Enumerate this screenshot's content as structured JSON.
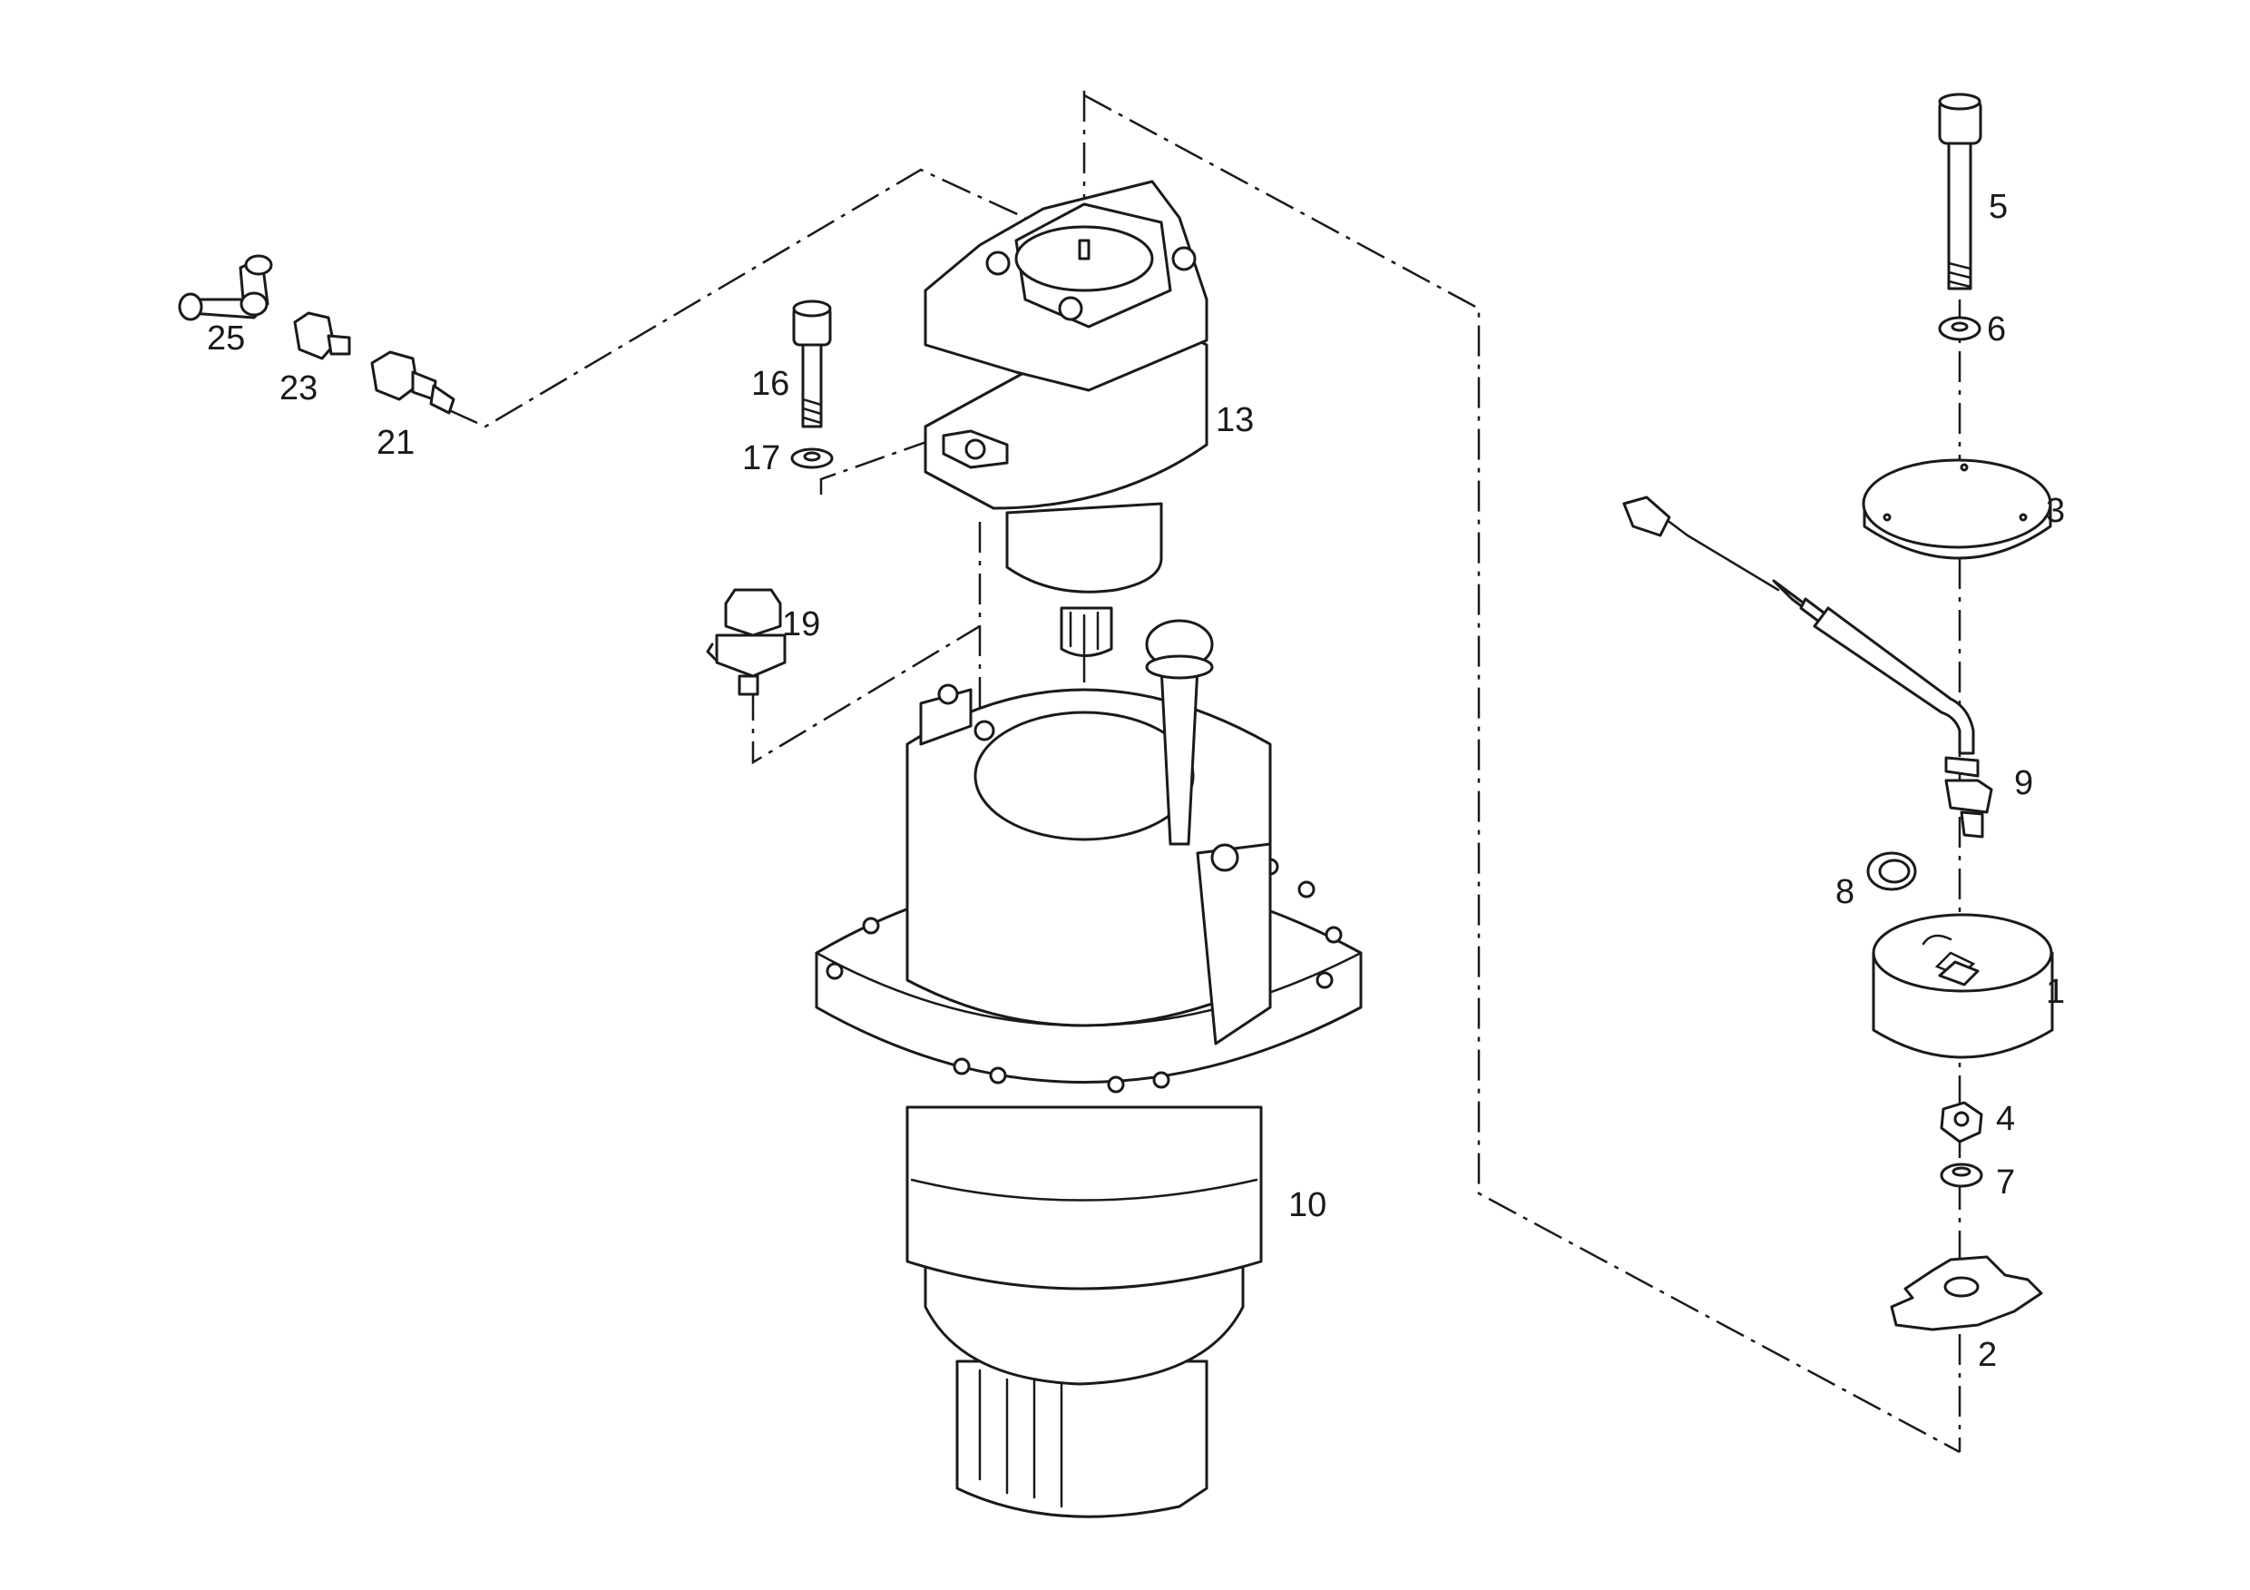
{
  "callouts": {
    "c1": "1",
    "c2": "2",
    "c3": "3",
    "c4": "4",
    "c5": "5",
    "c6": "6",
    "c7": "7",
    "c8": "8",
    "c9": "9",
    "c10": "10",
    "c13": "13",
    "c16": "16",
    "c17": "17",
    "c19": "19",
    "c21": "21",
    "c23": "23",
    "c25": "25"
  }
}
